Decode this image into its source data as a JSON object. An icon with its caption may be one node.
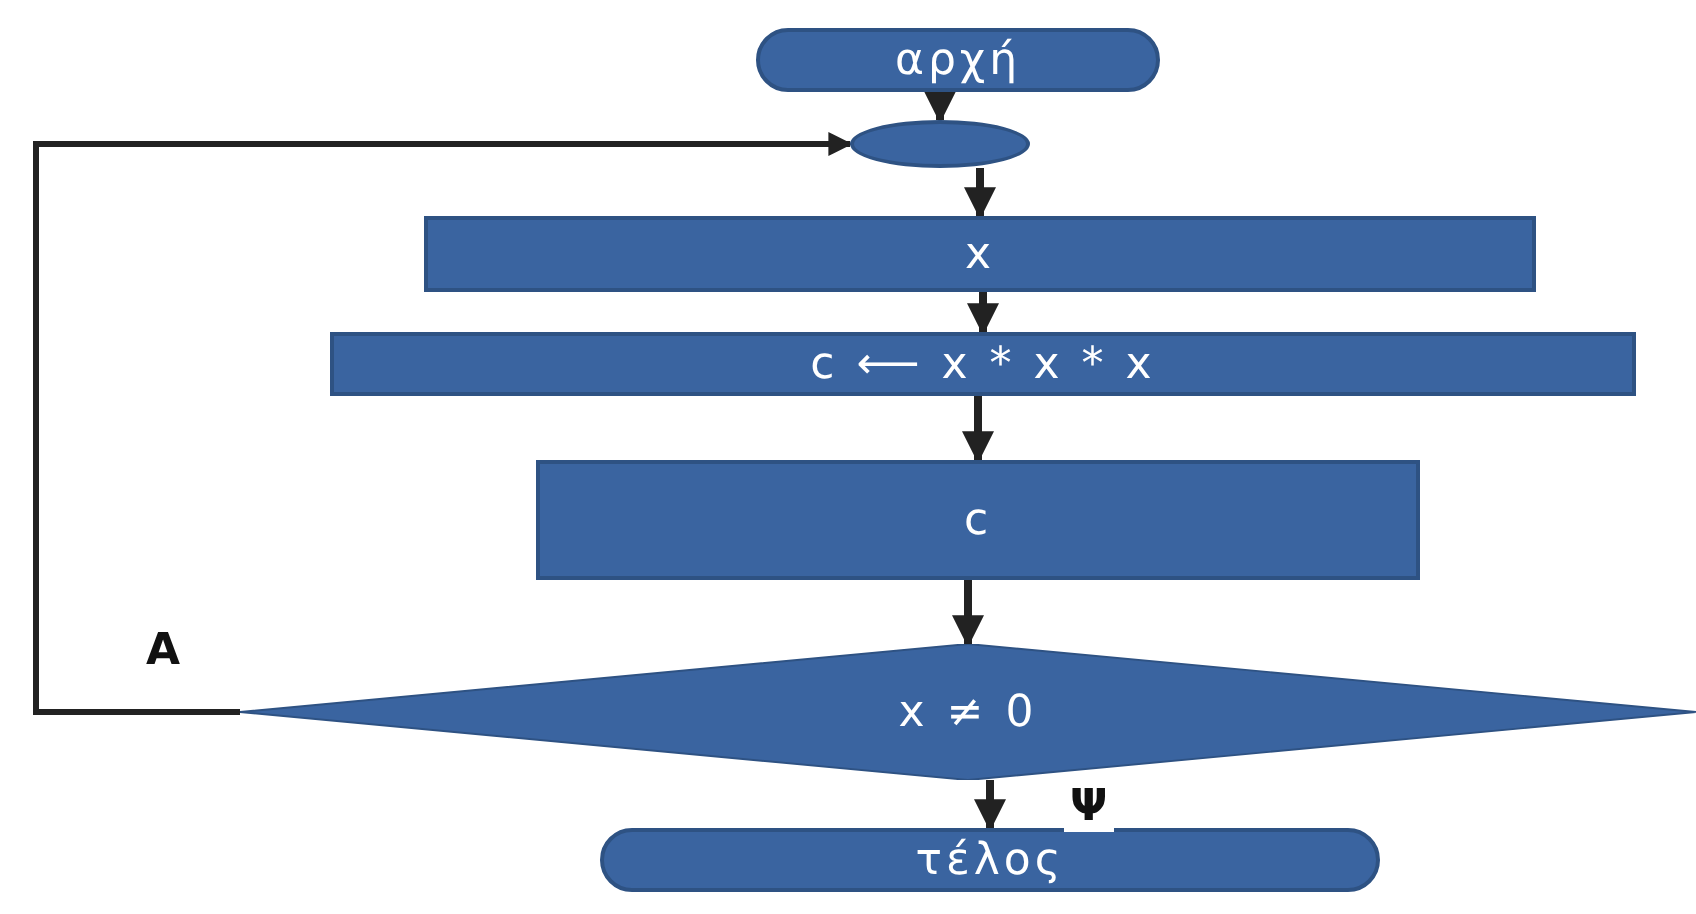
{
  "diagram": {
    "nodes": [
      {
        "text": [
          "αρχή"
        ]
      },
      {
        "text": [],
        "shape": "circle"
      },
      {
        "text": [
          "x"
        ]
      },
      {
        "text": [
          "c ⟵ x * x * x"
        ]
      },
      {
        "text": [
          "c"
        ]
      },
      {
        "text": [
          "x ≠ 0"
        ]
      },
      {
        "text": [
          "τέλος"
        ]
      }
    ],
    "edges": [
      {
        "from": 0,
        "to": 1,
        "arrow": "to"
      },
      {
        "from": 1,
        "to": 2,
        "arrow": "to"
      },
      {
        "from": 2,
        "to": 3,
        "arrow": "to"
      },
      {
        "from": 3,
        "to": 4,
        "arrow": "to"
      },
      {
        "from": 4,
        "to": 5,
        "arrow": "to"
      },
      {
        "from": 5,
        "to": 6,
        "arrow": "to",
        "label": "Ψ"
      },
      {
        "from": 5,
        "to": 1,
        "arrow": "to",
        "label": "Α"
      }
    ]
  }
}
